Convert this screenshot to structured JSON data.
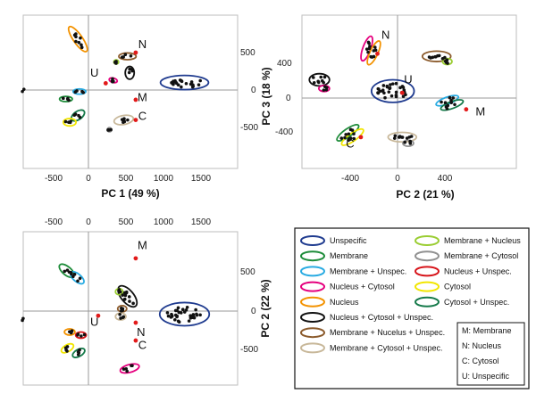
{
  "chart_data": [
    {
      "type": "scatter",
      "xlabel": "PC 1 (49 %)",
      "ylabel": "PC 3 (18 %)",
      "x_ticks": [
        "-500",
        "0",
        "500",
        "1000",
        "1500"
      ],
      "y_ticks": [
        "500",
        "0",
        "-500"
      ],
      "point_labels": [
        {
          "text": "N",
          "x": 720,
          "y": 560
        },
        {
          "text": "U",
          "x": 80,
          "y": 180
        },
        {
          "text": "M",
          "x": 720,
          "y": -150
        },
        {
          "text": "C",
          "x": 720,
          "y": -400
        }
      ],
      "red_points": [
        [
          630,
          500
        ],
        [
          230,
          90
        ],
        [
          630,
          -130
        ],
        [
          630,
          -400
        ]
      ],
      "clusters": [
        {
          "group": "Unspecific",
          "cx": 1280,
          "cy": 100,
          "rx": 320,
          "ry": 95,
          "rot": 0
        },
        {
          "group": "Nucleus",
          "cx": -140,
          "cy": 680,
          "rx": 200,
          "ry": 60,
          "rot": -55
        },
        {
          "group": "Membrane + Nucleus + Unspec.",
          "cx": 520,
          "cy": 450,
          "rx": 115,
          "ry": 45,
          "rot": 0
        },
        {
          "group": "Membrane + Nucleus",
          "cx": 370,
          "cy": 375,
          "rx": 32,
          "ry": 28,
          "rot": 0
        },
        {
          "group": "Nucleus + Cytosol + Unspec.",
          "cx": 550,
          "cy": 230,
          "rx": 60,
          "ry": 85,
          "rot": 0
        },
        {
          "group": "Nucleus + Cytosol",
          "cx": 330,
          "cy": 130,
          "rx": 55,
          "ry": 30,
          "rot": -15
        },
        {
          "group": "Membrane + Unspec.",
          "cx": -120,
          "cy": -20,
          "rx": 85,
          "ry": 35,
          "rot": 0
        },
        {
          "group": "Membrane",
          "cx": -300,
          "cy": -120,
          "rx": 85,
          "ry": 35,
          "rot": 0
        },
        {
          "group": "Cytosol + Unspec.",
          "cx": -140,
          "cy": -340,
          "rx": 100,
          "ry": 55,
          "rot": 35
        },
        {
          "group": "Cytosol",
          "cx": -250,
          "cy": -430,
          "rx": 85,
          "ry": 50,
          "rot": 0
        },
        {
          "group": "Membrane + Cytosol + Unspec.",
          "cx": 470,
          "cy": -400,
          "rx": 130,
          "ry": 60,
          "rot": 10
        },
        {
          "group": "Membrane + Cytosol",
          "cx": 280,
          "cy": -530,
          "rx": 30,
          "ry": 28,
          "rot": 0
        }
      ],
      "outliers": [
        [
          -880,
          -20
        ],
        [
          -860,
          10
        ]
      ]
    },
    {
      "type": "scatter",
      "xlabel": "PC 2 (21 %)",
      "ylabel": "PC 3 (18 %)",
      "x_ticks": [
        "-400",
        "0",
        "400"
      ],
      "y_ticks": [
        "400",
        "0",
        "-400"
      ],
      "point_labels": [
        {
          "text": "N",
          "x": -100,
          "y": 680
        },
        {
          "text": "U",
          "x": 90,
          "y": 170
        },
        {
          "text": "M",
          "x": 700,
          "y": -200
        },
        {
          "text": "C",
          "x": -400,
          "y": -570
        }
      ],
      "red_points": [
        [
          -170,
          510
        ],
        [
          40,
          60
        ],
        [
          580,
          -130
        ],
        [
          -310,
          -450
        ]
      ],
      "clusters": [
        {
          "group": "Unspecific",
          "cx": -40,
          "cy": 80,
          "rx": 180,
          "ry": 130,
          "rot": 0
        },
        {
          "group": "Nucleus + Cytosol",
          "cx": -260,
          "cy": 570,
          "rx": 110,
          "ry": 45,
          "rot": 70
        },
        {
          "group": "Nucleus",
          "cx": -200,
          "cy": 520,
          "rx": 110,
          "ry": 45,
          "rot": 65
        },
        {
          "group": "Membrane + Nucleus + Unspec.",
          "cx": 330,
          "cy": 480,
          "rx": 120,
          "ry": 60,
          "rot": 0
        },
        {
          "group": "Membrane + Nucleus",
          "cx": 420,
          "cy": 420,
          "rx": 40,
          "ry": 35,
          "rot": 0
        },
        {
          "group": "Nucleus + Cytosol + Unspec.",
          "cx": -660,
          "cy": 210,
          "rx": 85,
          "ry": 70,
          "rot": 0
        },
        {
          "group": "Nucleus + Cytosol",
          "cx": -620,
          "cy": 110,
          "rx": 45,
          "ry": 35,
          "rot": 0
        },
        {
          "group": "Membrane + Unspec.",
          "cx": 420,
          "cy": -30,
          "rx": 100,
          "ry": 40,
          "rot": 20
        },
        {
          "group": "Cytosol + Unspec.",
          "cx": 460,
          "cy": -80,
          "rx": 100,
          "ry": 40,
          "rot": 20
        },
        {
          "group": "Membrane",
          "cx": -420,
          "cy": -400,
          "rx": 110,
          "ry": 45,
          "rot": 35
        },
        {
          "group": "Cytosol",
          "cx": -380,
          "cy": -450,
          "rx": 110,
          "ry": 45,
          "rot": 35
        },
        {
          "group": "Membrane + Cytosol + Unspec.",
          "cx": 40,
          "cy": -450,
          "rx": 120,
          "ry": 55,
          "rot": 0
        },
        {
          "group": "Membrane + Cytosol",
          "cx": 90,
          "cy": -520,
          "rx": 45,
          "ry": 35,
          "rot": 0
        }
      ],
      "outliers": []
    },
    {
      "type": "scatter",
      "xlabel": "",
      "ylabel": "PC 2 (22 %)",
      "x_ticks": [
        "-500",
        "0",
        "500",
        "1000",
        "1500"
      ],
      "y_ticks": [
        "500",
        "0",
        "-500"
      ],
      "point_labels": [
        {
          "text": "M",
          "x": 720,
          "y": 800
        },
        {
          "text": "U",
          "x": 80,
          "y": -190
        },
        {
          "text": "N",
          "x": 700,
          "y": -320
        },
        {
          "text": "C",
          "x": 720,
          "y": -490
        }
      ],
      "red_points": [
        [
          630,
          680
        ],
        [
          130,
          -60
        ],
        [
          630,
          -150
        ],
        [
          630,
          -380
        ]
      ],
      "clusters": [
        {
          "group": "Unspecific",
          "cx": 1280,
          "cy": -40,
          "rx": 330,
          "ry": 150,
          "rot": 0
        },
        {
          "group": "Membrane",
          "cx": -290,
          "cy": 520,
          "rx": 120,
          "ry": 55,
          "rot": -40
        },
        {
          "group": "Membrane + Unspec.",
          "cx": -150,
          "cy": 430,
          "rx": 110,
          "ry": 50,
          "rot": -40
        },
        {
          "group": "Nucleus + Cytosol + Unspec.",
          "cx": 520,
          "cy": 190,
          "rx": 170,
          "ry": 80,
          "rot": -50
        },
        {
          "group": "Membrane + Nucleus",
          "cx": 410,
          "cy": 250,
          "rx": 50,
          "ry": 40,
          "rot": 0
        },
        {
          "group": "Membrane + Nucleus + Unspec.",
          "cx": 450,
          "cy": 30,
          "rx": 60,
          "ry": 40,
          "rot": 0
        },
        {
          "group": "Membrane + Cytosol + Unspec.",
          "cx": 430,
          "cy": -70,
          "rx": 70,
          "ry": 45,
          "rot": 0
        },
        {
          "group": "Nucleus",
          "cx": -250,
          "cy": -270,
          "rx": 70,
          "ry": 40,
          "rot": 0
        },
        {
          "group": "Nucleus + Unspec.",
          "cx": -100,
          "cy": -310,
          "rx": 70,
          "ry": 40,
          "rot": 0
        },
        {
          "group": "Cytosol",
          "cx": -280,
          "cy": -480,
          "rx": 90,
          "ry": 45,
          "rot": 30
        },
        {
          "group": "Cytosol + Unspec.",
          "cx": -130,
          "cy": -540,
          "rx": 90,
          "ry": 45,
          "rot": 30
        },
        {
          "group": "Nucleus + Cytosol",
          "cx": 550,
          "cy": -740,
          "rx": 130,
          "ry": 50,
          "rot": 15
        }
      ],
      "outliers": [
        [
          -880,
          -120
        ],
        [
          -870,
          -95
        ]
      ]
    }
  ],
  "legend": {
    "items": [
      {
        "label": "Unspecific",
        "color": "#1f3b8f"
      },
      {
        "label": "Membrane + Nucleus",
        "color": "#9acd32"
      },
      {
        "label": "Membrane",
        "color": "#1e8c3a"
      },
      {
        "label": "Membrane + Cytosol",
        "color": "#909090"
      },
      {
        "label": "Membrane + Unspec.",
        "color": "#29abe2"
      },
      {
        "label": "Nucleus + Unspec.",
        "color": "#d7141a"
      },
      {
        "label": "Nucleus + Cytosol",
        "color": "#e5007e"
      },
      {
        "label": "Cytosol",
        "color": "#f2e600"
      },
      {
        "label": "Nucleus",
        "color": "#f39200"
      },
      {
        "label": "Cytosol + Unspec.",
        "color": "#157a4a"
      },
      {
        "label": "Nucleus + Cytosol + Unspec.",
        "color": "#111111",
        "wide": true
      },
      {
        "label": "Membrane + Nucelus + Unspec.",
        "color": "#8b5a2b",
        "wide": true
      },
      {
        "label": "Membrane + Cytosol + Unspec.",
        "color": "#c8b89a",
        "wide": true
      }
    ],
    "keys": [
      "M: Membrane",
      "N: Nucleus",
      "C: Cytosol",
      "U: Unspecific"
    ]
  },
  "group_colors": {
    "Unspecific": "#1f3b8f",
    "Membrane + Nucleus": "#9acd32",
    "Membrane": "#1e8c3a",
    "Membrane + Cytosol": "#909090",
    "Membrane + Unspec.": "#29abe2",
    "Nucleus + Unspec.": "#d7141a",
    "Nucleus + Cytosol": "#e5007e",
    "Cytosol": "#f2e600",
    "Nucleus": "#f39200",
    "Cytosol + Unspec.": "#157a4a",
    "Nucleus + Cytosol + Unspec.": "#111111",
    "Membrane + Nucleus + Unspec.": "#8b5a2b",
    "Membrane + Cytosol + Unspec.": "#c8b89a"
  }
}
